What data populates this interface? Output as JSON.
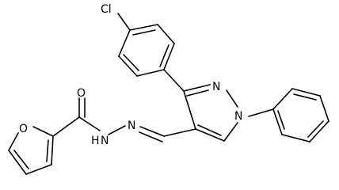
{
  "structure": {
    "atoms": {
      "chlorine": "Cl",
      "carbonyl_oxygen": "O",
      "furan_oxygen": "O",
      "hydrazide_nh": "H",
      "hydrazide_n1": "N",
      "hydrazone_n": "N",
      "pyrazole_n2": "N",
      "pyrazole_n1": "N"
    }
  }
}
